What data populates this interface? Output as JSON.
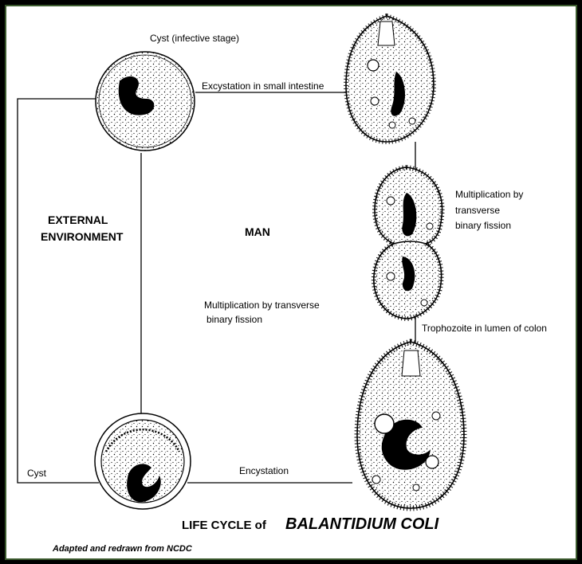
{
  "labels": {
    "cyst_infective": "Cyst (infective stage)",
    "excystation": "Excystation in small intestine",
    "multiplication_right_1": "Multiplication by",
    "multiplication_right_2": "transverse",
    "multiplication_right_3": "binary  fission",
    "external_1": "EXTERNAL",
    "external_2": "ENVIRONMENT",
    "man": "MAN",
    "multiplication_center_1": "Multiplication by transverse",
    "multiplication_center_2": "binary    fission",
    "trophozoite": "Trophozoite in lumen of colon",
    "cyst": "Cyst",
    "encystation": "Encystation",
    "title_prefix": "LIFE CYCLE of",
    "title_species": "BALANTIDIUM COLI",
    "credit": "Adapted and redrawn from NCDC"
  },
  "colors": {
    "background": "#000000",
    "paper": "#ffffff",
    "ink": "#000000",
    "frame_border": "#3b5a2e"
  }
}
